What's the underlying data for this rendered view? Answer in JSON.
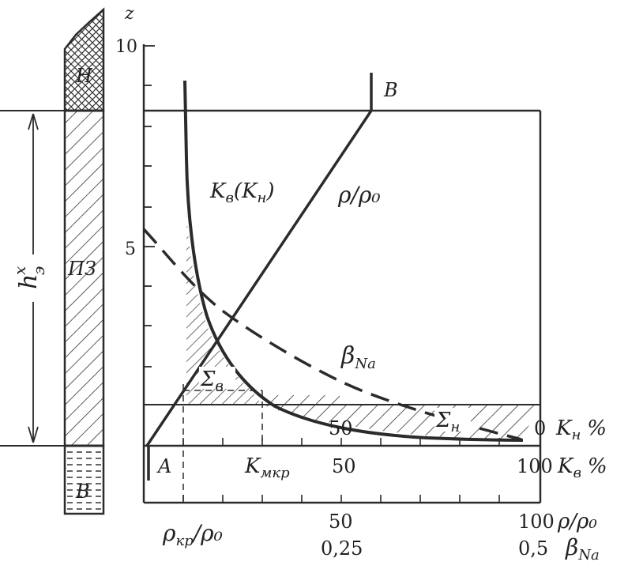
{
  "column": {
    "top_label": "H",
    "middle_label": "ПЗ",
    "bottom_label": "B",
    "thickness_label": "h",
    "thickness_sup": "x",
    "thickness_sub": "э"
  },
  "axes": {
    "z_label": "z",
    "z_ticks": [
      "10",
      "5"
    ],
    "corner_a": "A",
    "corner_b": "B",
    "kn_scale": [
      "50",
      "0",
      "K",
      "н",
      "%"
    ],
    "kv_scale": [
      "50",
      "100",
      "K",
      "в",
      "%"
    ],
    "kmkr": [
      "K",
      "мкр"
    ],
    "rho_scale": [
      "50",
      "100"
    ],
    "rho_unit": "ρ/ρ₀",
    "beta_scale": [
      "0,25",
      "0,5"
    ],
    "beta_unit": [
      "β",
      "Na"
    ],
    "rho_kr": [
      "ρ",
      "кр",
      "/ρ₀"
    ]
  },
  "curves": {
    "kv": [
      "K",
      "в",
      "(K",
      "н",
      ")"
    ],
    "rho": "ρ/ρ₀",
    "beta": [
      "β",
      "Na"
    ],
    "sigma_v": [
      "Σ",
      "в"
    ],
    "sigma_n": [
      "Σ",
      "н"
    ]
  },
  "colors": {
    "ink": "#2b2b2b",
    "paper": "#ffffff"
  }
}
